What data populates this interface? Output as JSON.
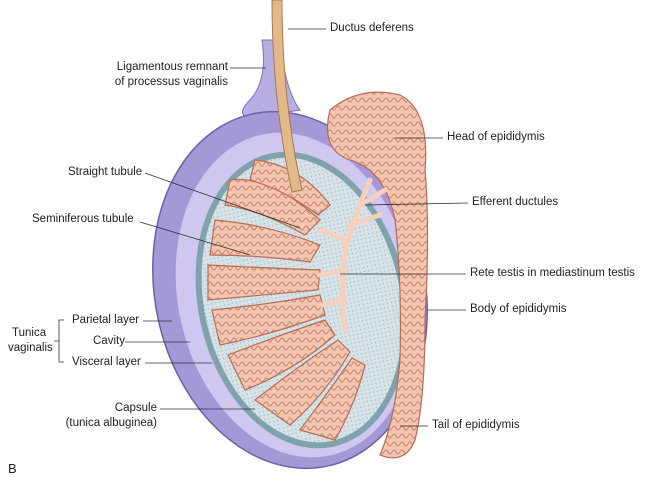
{
  "figure_letter": "B",
  "labels": {
    "ligamentous_1": "Ligamentous remnant",
    "ligamentous_2": "of processus vaginalis",
    "ductus_deferens": "Ductus deferens",
    "head_epididymis": "Head of epididymis",
    "straight_tubule": "Straight tubule",
    "efferent_ductules": "Efferent ductules",
    "seminiferous_tubule": "Seminiferous tubule",
    "rete_testis": "Rete testis in mediastinum testis",
    "body_epididymis": "Body of epididymis",
    "tunica_1": "Tunica",
    "tunica_2": "vaginalis",
    "parietal_layer": "Parietal layer",
    "cavity": "Cavity",
    "visceral_layer": "Visceral layer",
    "capsule_1": "Capsule",
    "capsule_2": "(tunica albuginea)",
    "tail_epididymis": "Tail of epididymis"
  },
  "colors": {
    "tunica": "#9c8fcf",
    "tunica_light": "#c9c0ea",
    "testis_bg": "#d3e0e4",
    "lobule": "#e8a898",
    "tubule": "#f4c8b4",
    "ductus": "#e3b98a"
  }
}
